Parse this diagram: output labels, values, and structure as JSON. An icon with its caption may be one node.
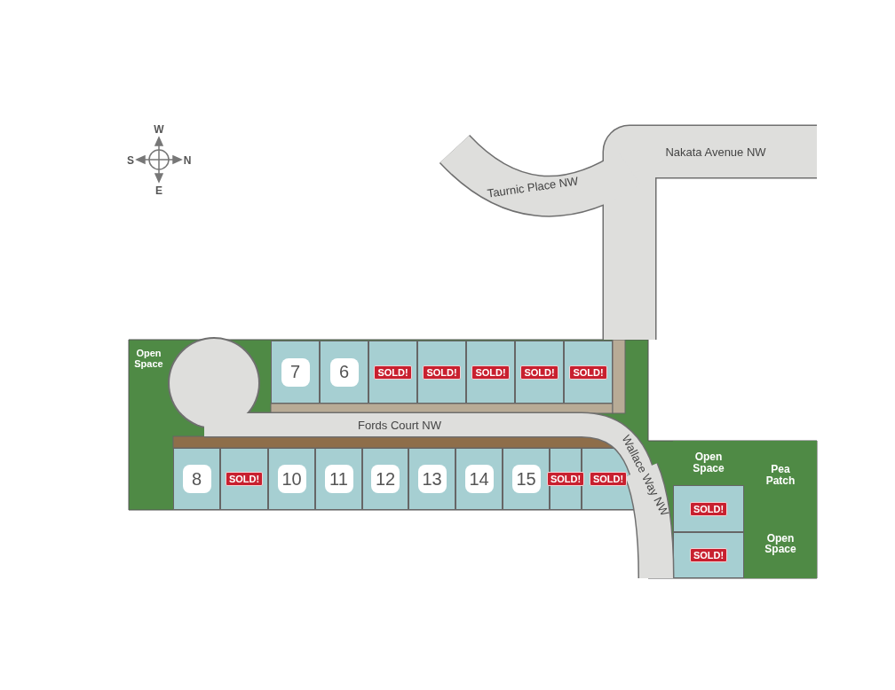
{
  "diagram": {
    "nodes": [
      {
        "text": [
          "Open Space"
        ]
      },
      {
        "text": [
          "7"
        ]
      },
      {
        "text": [
          "6"
        ]
      },
      {
        "text": [
          "SOLD!"
        ]
      },
      {
        "text": [
          "SOLD!"
        ]
      },
      {
        "text": [
          "SOLD!"
        ]
      },
      {
        "text": [
          "SOLD!"
        ]
      },
      {
        "text": [
          "SOLD!"
        ]
      },
      {
        "text": [
          "8"
        ]
      },
      {
        "text": [
          "SOLD!"
        ]
      },
      {
        "text": [
          "10"
        ]
      },
      {
        "text": [
          "11"
        ]
      },
      {
        "text": [
          "12"
        ]
      },
      {
        "text": [
          "13"
        ]
      },
      {
        "text": [
          "14"
        ]
      },
      {
        "text": [
          "15"
        ]
      },
      {
        "text": [
          "SOLD!"
        ]
      },
      {
        "text": [
          "SOLD!"
        ]
      },
      {
        "text": [
          "Open Space"
        ]
      },
      {
        "text": [
          "Pea Patch",
          "Open Space"
        ]
      },
      {
        "text": [
          "SOLD!"
        ]
      },
      {
        "text": [
          "SOLD!"
        ]
      }
    ],
    "labels": [
      "W",
      "S",
      "N",
      "E",
      "Nakata Avenue NW",
      "Taurnic Place NW",
      "Fords Court NW",
      "Wallace Way NW"
    ]
  }
}
